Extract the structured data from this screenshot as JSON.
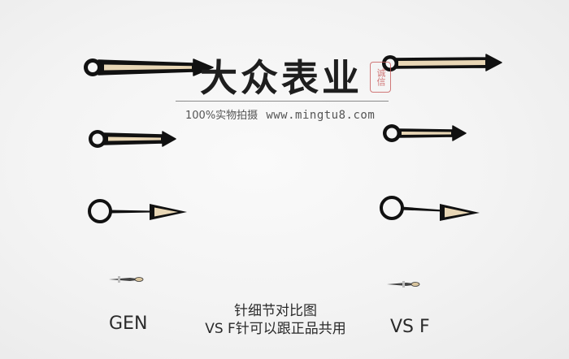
{
  "watermark": {
    "title": "大众表业",
    "seal": "诚信",
    "subtitle": "100%实物拍摄",
    "url": "www.mingtu8.com"
  },
  "labels": {
    "left": "GEN",
    "right": "VS F",
    "caption_line1": "针细节对比图",
    "caption_line2": "VS F针可以跟正品共用"
  },
  "colors": {
    "background": "#f2f2f2",
    "hand_frame": "#111111",
    "lume": "#e9d7b6"
  }
}
